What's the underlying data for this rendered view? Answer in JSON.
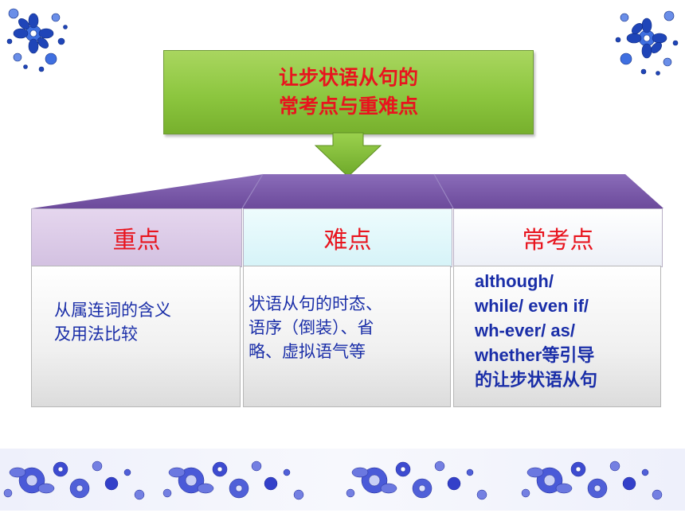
{
  "title": {
    "line1": "让步状语从句的",
    "line2": "常考点与重难点"
  },
  "columns": [
    {
      "header": "重点",
      "lines": [
        "从属连词的含义",
        "及用法比较"
      ]
    },
    {
      "header": "难点",
      "lines": [
        "状语从句的时态、",
        "语序（倒装）、省",
        "略、虚拟语气等"
      ]
    },
    {
      "header": "常考点",
      "lines": [
        "although/",
        "while/ even if/",
        "wh-ever/ as/",
        "whether等引导",
        "的让步状语从句"
      ]
    }
  ],
  "colors": {
    "title_bg": "#8cc63f",
    "accent_red": "#e8141e",
    "body_text": "#1a2ea8",
    "roof": "#7a5aa8",
    "header_1": "#d9c7e4",
    "header_2": "#ddf6fa",
    "header_3": "#f4f6fb"
  },
  "decorations": [
    "corner-flower-top-left",
    "corner-flower-top-right",
    "floral-border-bottom"
  ]
}
